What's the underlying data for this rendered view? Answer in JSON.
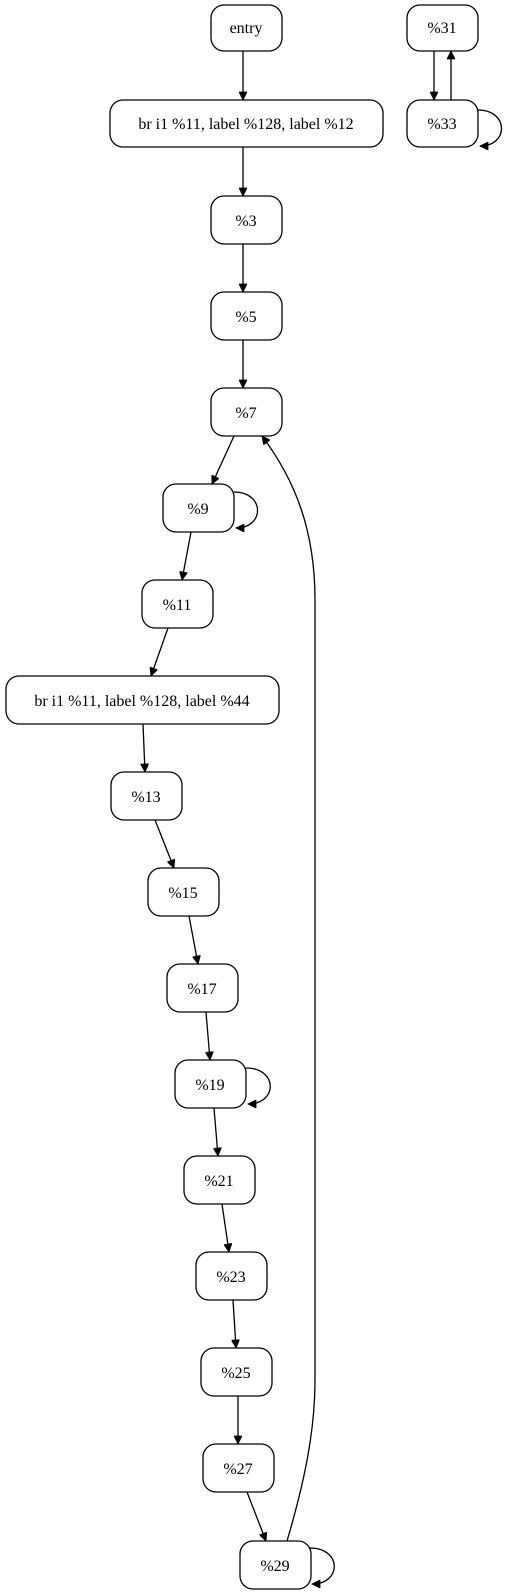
{
  "graph": {
    "nodes": [
      {
        "id": "entry",
        "label": "entry"
      },
      {
        "id": "br1",
        "label": "br i1 %11, label %128, label %12"
      },
      {
        "id": "n3",
        "label": "%3"
      },
      {
        "id": "n5",
        "label": "%5"
      },
      {
        "id": "n7",
        "label": "%7"
      },
      {
        "id": "n9",
        "label": "%9"
      },
      {
        "id": "n11",
        "label": "%11"
      },
      {
        "id": "br2",
        "label": "br i1 %11, label %128, label %44"
      },
      {
        "id": "n13",
        "label": "%13"
      },
      {
        "id": "n15",
        "label": "%15"
      },
      {
        "id": "n17",
        "label": "%17"
      },
      {
        "id": "n19",
        "label": "%19"
      },
      {
        "id": "n21",
        "label": "%21"
      },
      {
        "id": "n23",
        "label": "%23"
      },
      {
        "id": "n25",
        "label": "%25"
      },
      {
        "id": "n27",
        "label": "%27"
      },
      {
        "id": "n29",
        "label": "%29"
      },
      {
        "id": "n31",
        "label": "%31"
      },
      {
        "id": "n33",
        "label": "%33"
      }
    ],
    "edges": [
      {
        "from": "entry",
        "to": "br1"
      },
      {
        "from": "br1",
        "to": "n3"
      },
      {
        "from": "n3",
        "to": "n5"
      },
      {
        "from": "n5",
        "to": "n7"
      },
      {
        "from": "n7",
        "to": "n9"
      },
      {
        "from": "n9",
        "to": "n9"
      },
      {
        "from": "n9",
        "to": "n11"
      },
      {
        "from": "n11",
        "to": "br2"
      },
      {
        "from": "br2",
        "to": "n13"
      },
      {
        "from": "n13",
        "to": "n15"
      },
      {
        "from": "n15",
        "to": "n17"
      },
      {
        "from": "n17",
        "to": "n19"
      },
      {
        "from": "n19",
        "to": "n19"
      },
      {
        "from": "n19",
        "to": "n21"
      },
      {
        "from": "n21",
        "to": "n23"
      },
      {
        "from": "n23",
        "to": "n25"
      },
      {
        "from": "n25",
        "to": "n27"
      },
      {
        "from": "n27",
        "to": "n29"
      },
      {
        "from": "n29",
        "to": "n29"
      },
      {
        "from": "n29",
        "to": "n7"
      },
      {
        "from": "n31",
        "to": "n33"
      },
      {
        "from": "n33",
        "to": "n31"
      },
      {
        "from": "n33",
        "to": "n33"
      }
    ]
  }
}
